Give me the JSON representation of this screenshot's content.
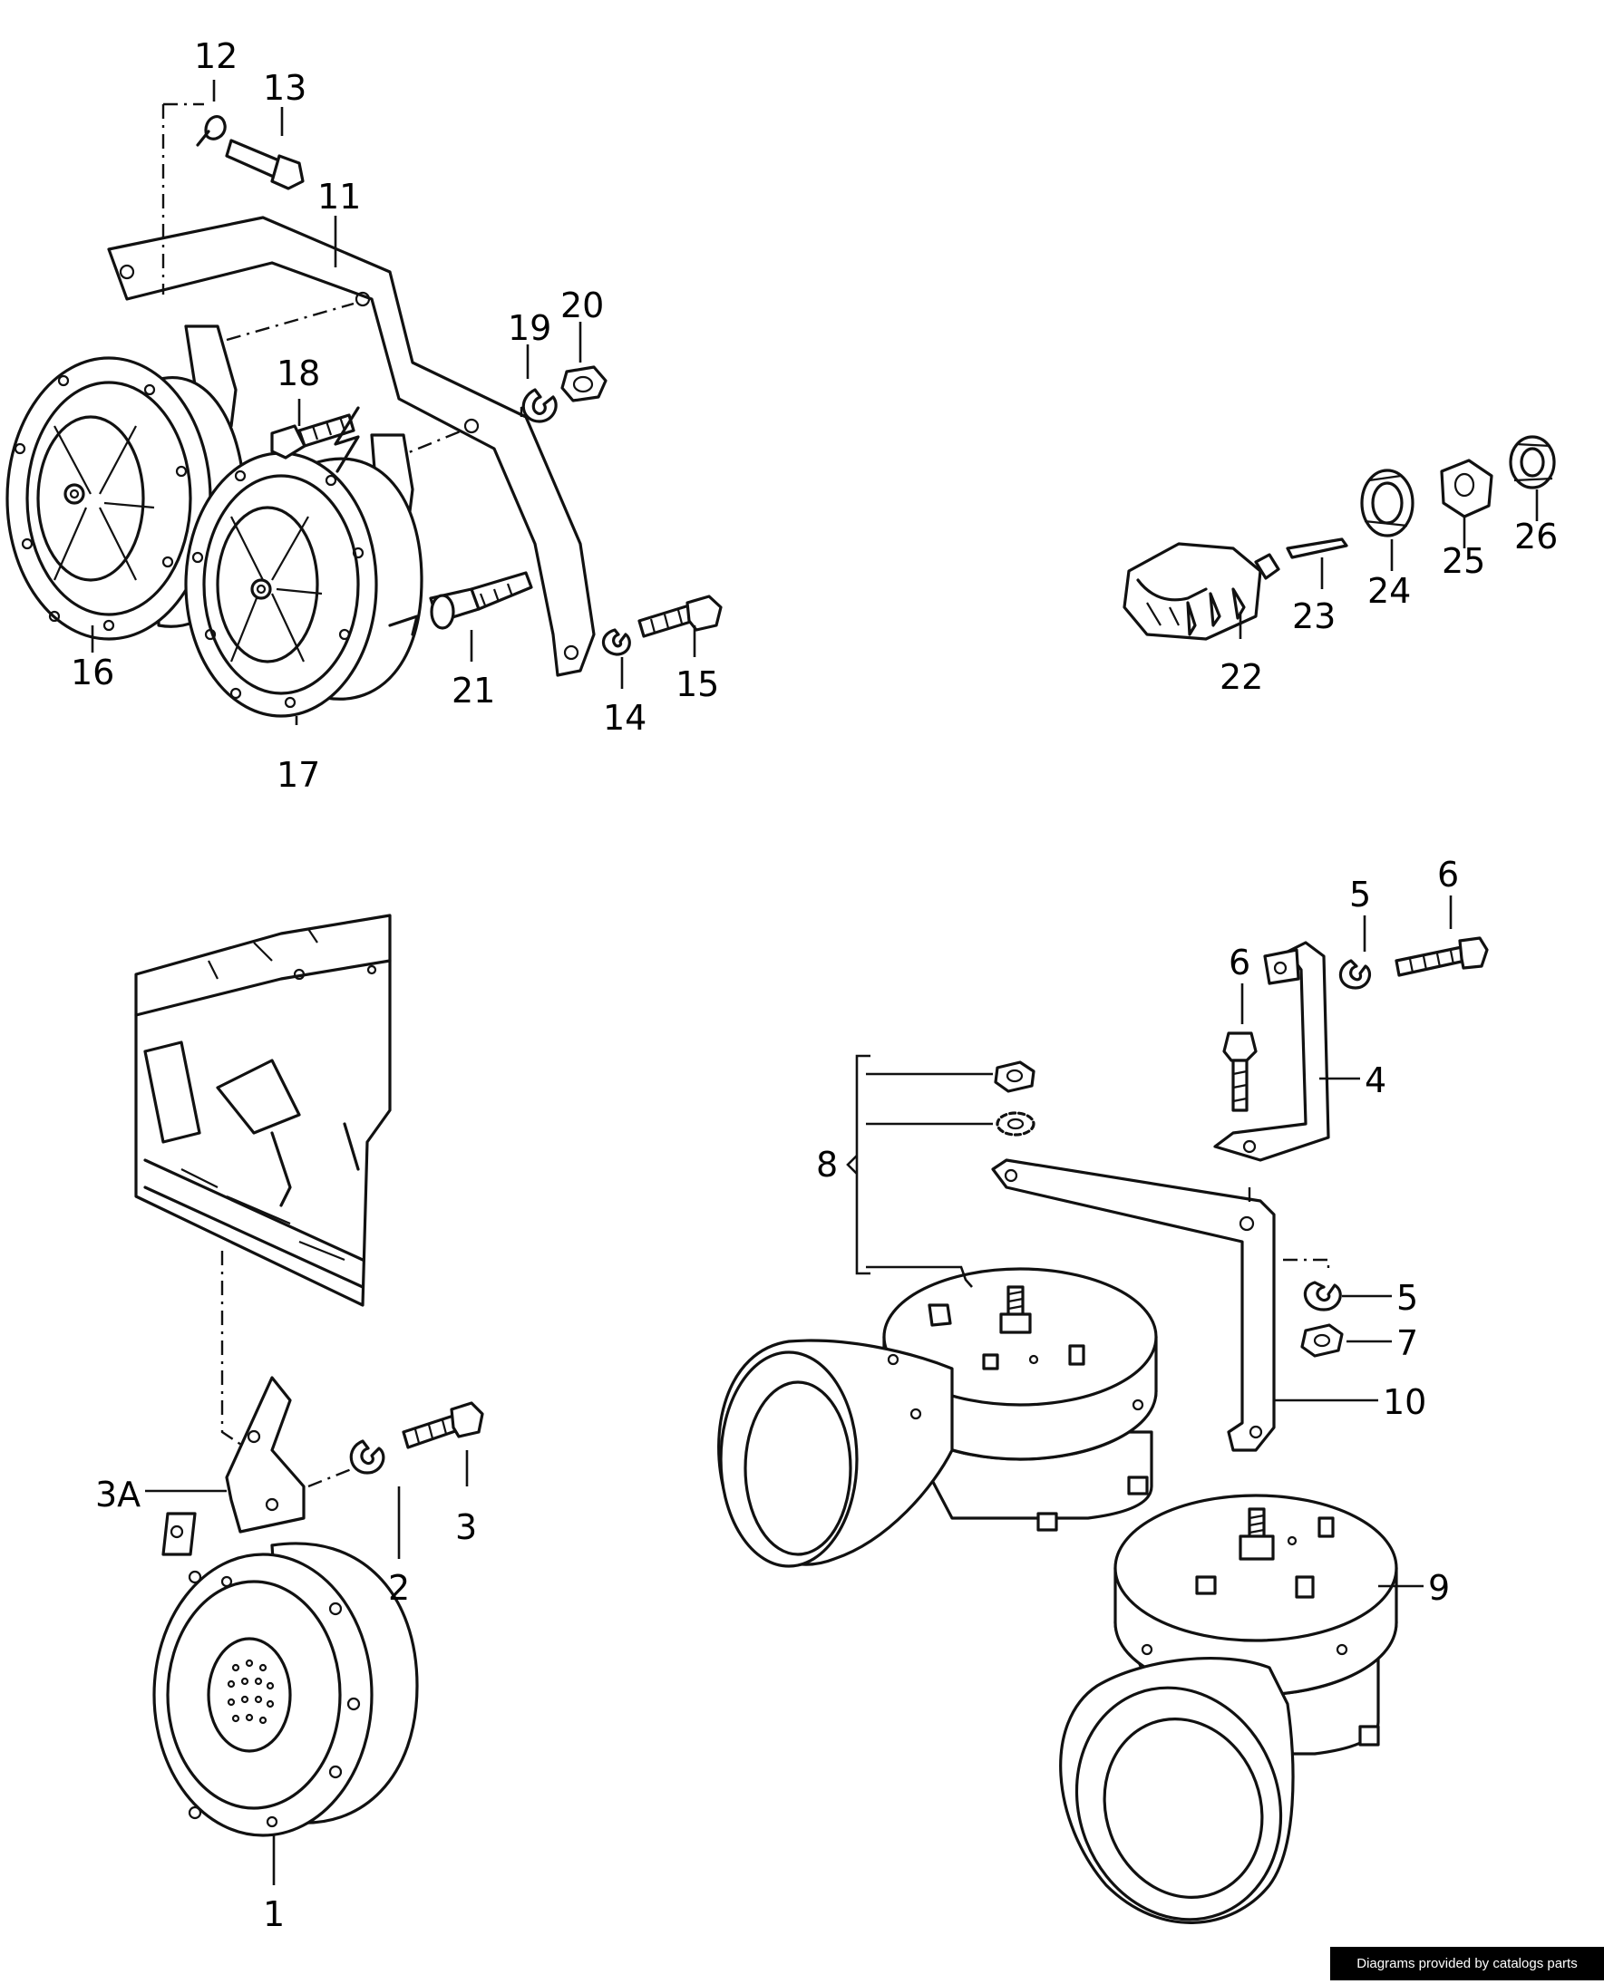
{
  "callouts": {
    "c1": "1",
    "c2": "2",
    "c3": "3",
    "c3a": "3A",
    "c4": "4",
    "c5a": "5",
    "c5b": "5",
    "c6a": "6",
    "c6b": "6",
    "c7": "7",
    "c8": "8",
    "c9": "9",
    "c10": "10",
    "c11": "11",
    "c12": "12",
    "c13": "13",
    "c14": "14",
    "c15": "15",
    "c16": "16",
    "c17": "17",
    "c18": "18",
    "c19": "19",
    "c20": "20",
    "c21": "21",
    "c22": "22",
    "c23": "23",
    "c24": "24",
    "c25": "25",
    "c26": "26"
  },
  "footer": {
    "credit": "Diagrams provided by catalogs parts"
  }
}
